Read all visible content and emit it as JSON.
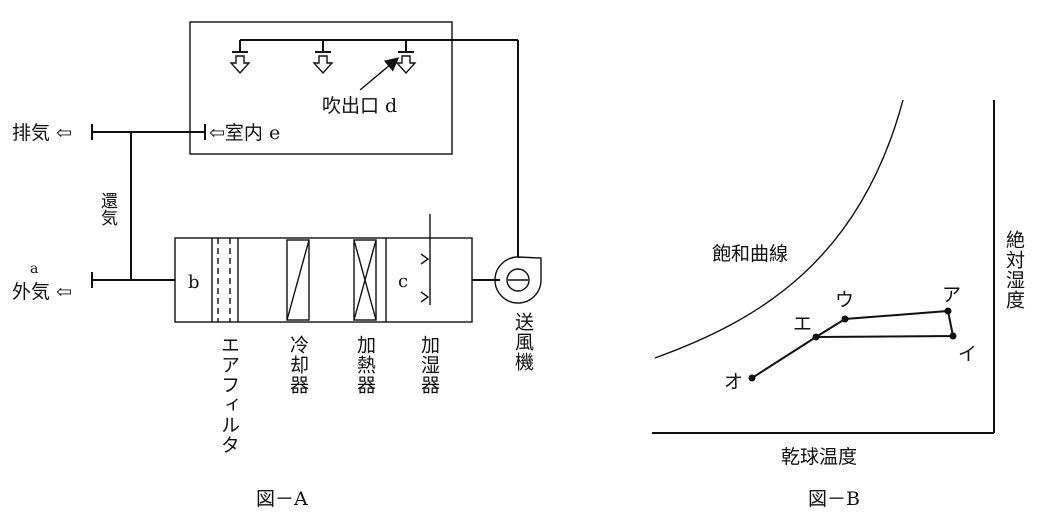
{
  "figure_a": {
    "caption": "図－A",
    "outlet_label": "吹出口 d",
    "room_label": "⇦室内 e",
    "exhaust_label": "排気 ⇦",
    "return_label": "還気",
    "outside_letter": "a",
    "outside_label": "外気 ⇦",
    "letter_b": "b",
    "letter_c": "c",
    "component_labels": [
      "エアフィルタ",
      "冷却器",
      "加熱器",
      "加湿器",
      "送風機"
    ]
  },
  "figure_b": {
    "caption": "図－B",
    "saturation_label": "飽和曲線",
    "xlabel": "乾球温度",
    "ylabel": "絶対湿度",
    "points": [
      {
        "label": "ア"
      },
      {
        "label": "イ"
      },
      {
        "label": "ウ"
      },
      {
        "label": "エ"
      },
      {
        "label": "オ"
      }
    ]
  }
}
